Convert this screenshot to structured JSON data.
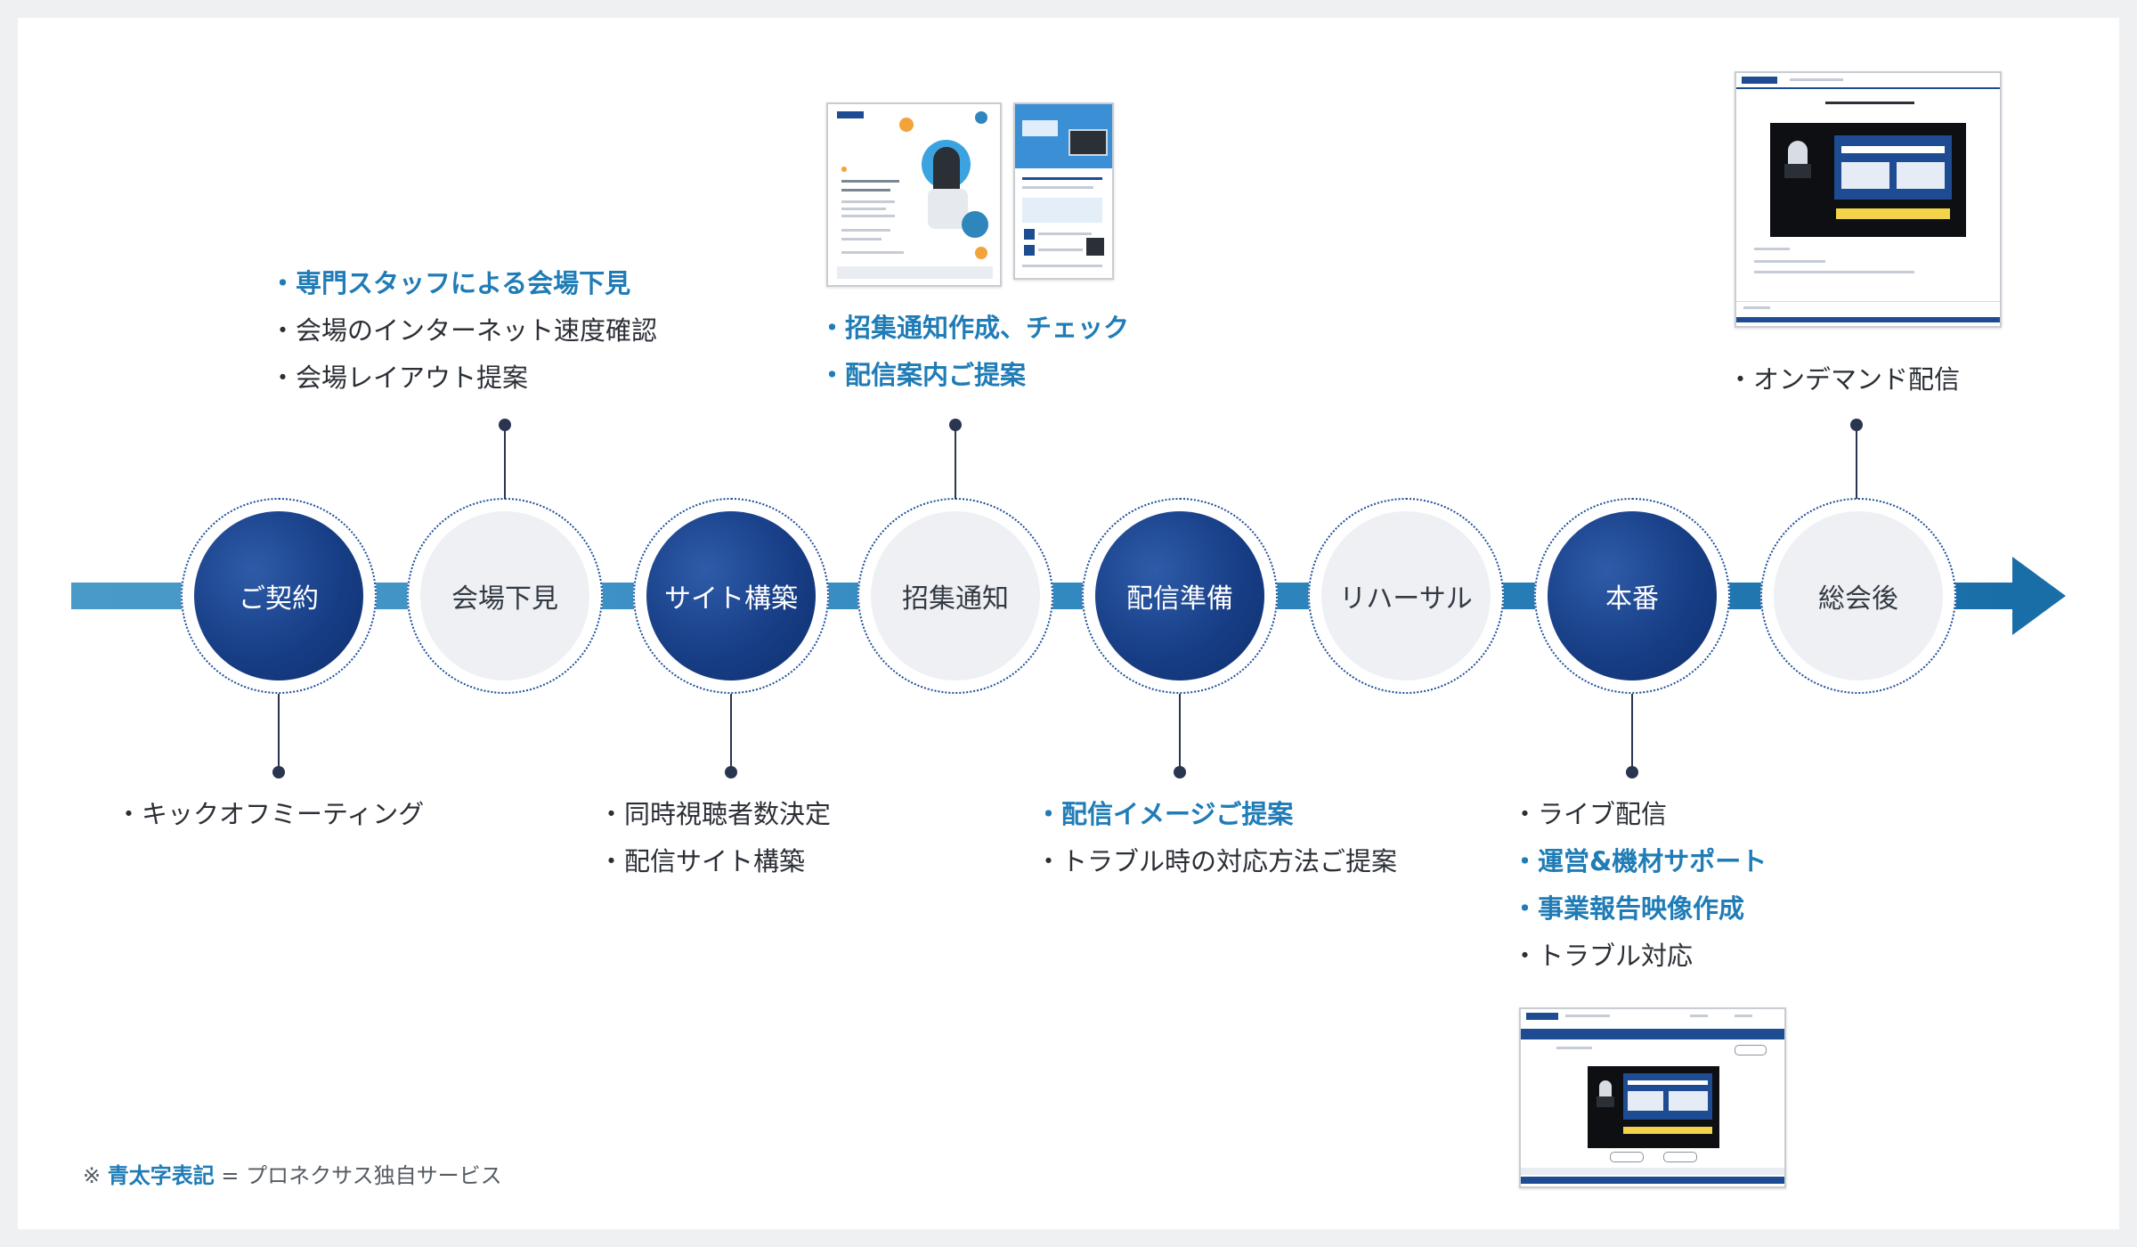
{
  "steps": [
    {
      "label": "ご契約",
      "style": "dark"
    },
    {
      "label": "会場下見",
      "style": "light"
    },
    {
      "label": "サイト構築",
      "style": "dark"
    },
    {
      "label": "招集通知",
      "style": "light"
    },
    {
      "label": "配信準備",
      "style": "dark"
    },
    {
      "label": "リハーサル",
      "style": "light"
    },
    {
      "label": "本番",
      "style": "dark"
    },
    {
      "label": "総会後",
      "style": "light"
    }
  ],
  "annotations": {
    "keiyaku": [
      {
        "text": "・キックオフミーティング",
        "highlight": false
      }
    ],
    "kaijo": [
      {
        "text": "・専門スタッフによる会場下見",
        "highlight": true
      },
      {
        "text": "・会場のインターネット速度確認",
        "highlight": false
      },
      {
        "text": "・会場レイアウト提案",
        "highlight": false
      }
    ],
    "site": [
      {
        "text": "・同時視聴者数決定",
        "highlight": false
      },
      {
        "text": "・配信サイト構築",
        "highlight": false
      }
    ],
    "shoshu": [
      {
        "text": "・招集通知作成、チェック",
        "highlight": true
      },
      {
        "text": "・配信案内ご提案",
        "highlight": true
      }
    ],
    "haishin": [
      {
        "text": "・配信イメージご提案",
        "highlight": true
      },
      {
        "text": "・トラブル時の対応方法ご提案",
        "highlight": false
      }
    ],
    "honban": [
      {
        "text": "・ライブ配信",
        "highlight": false
      },
      {
        "text": "・運営&機材サポート",
        "highlight": true
      },
      {
        "text": "・事業報告映像作成",
        "highlight": true
      },
      {
        "text": "・トラブル対応",
        "highlight": false
      }
    ],
    "sokaigo": [
      {
        "text": "・オンデマンド配信",
        "highlight": false
      }
    ]
  },
  "legend": {
    "prefix": "※ ",
    "highlight": "青太字表記",
    "suffix": " = プロネクサス独自サービス"
  },
  "colors": {
    "accent": "#1f7cb6",
    "dark_step": "#173e86",
    "light_step": "#eef0f3",
    "bar": "#2e86bd"
  }
}
